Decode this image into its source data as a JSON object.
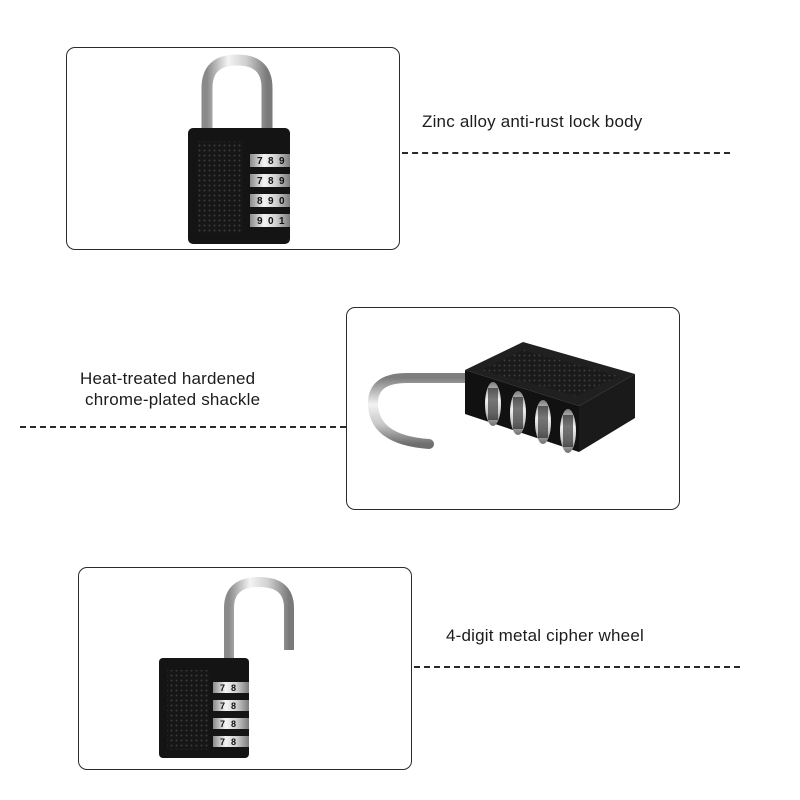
{
  "features": [
    {
      "caption": "Zinc alloy anti-rust lock body",
      "lock_state": "closed"
    },
    {
      "caption_line1": "Heat-treated hardened",
      "caption_line2": "chrome-plated shackle",
      "lock_state": "open-side-view"
    },
    {
      "caption": "4-digit metal cipher wheel",
      "lock_state": "open"
    }
  ],
  "lock1_wheels": [
    [
      "7",
      "8",
      "9"
    ],
    [
      "7",
      "8",
      "9"
    ],
    [
      "8",
      "9",
      "0"
    ],
    [
      "9",
      "0",
      "1"
    ]
  ],
  "lock3_wheels": [
    [
      "7",
      "8"
    ],
    [
      "7",
      "8"
    ],
    [
      "7",
      "8"
    ],
    [
      "7",
      "8"
    ]
  ],
  "colors": {
    "lock_body": "#141414",
    "chrome": "#c9c9c9",
    "border": "#2b2b2b",
    "text": "#1c1c1c"
  }
}
